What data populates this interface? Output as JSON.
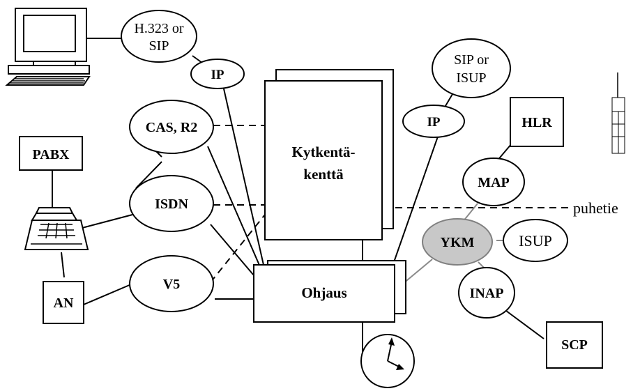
{
  "nodes": {
    "h323": {
      "line1": "H.323 or",
      "line2": "SIP"
    },
    "ip_left": "IP",
    "cas": "CAS, R2",
    "isdn": "ISDN",
    "v5": "V5",
    "pabx": "PABX",
    "an": "AN",
    "switching": {
      "line1": "Kytkentä-",
      "line2": "kenttä"
    },
    "control": "Ohjaus",
    "sip_isup": {
      "line1": "SIP or",
      "line2": "ISUP"
    },
    "ip_right": "IP",
    "hlr": "HLR",
    "map": "MAP",
    "ykm": "YKM",
    "isup": "ISUP",
    "inap": "INAP",
    "scp": "SCP",
    "speech_path": "puhetie"
  },
  "colors": {
    "ykm_fill": "#c8c8c8",
    "ykm_links": "#8a8a8a"
  }
}
